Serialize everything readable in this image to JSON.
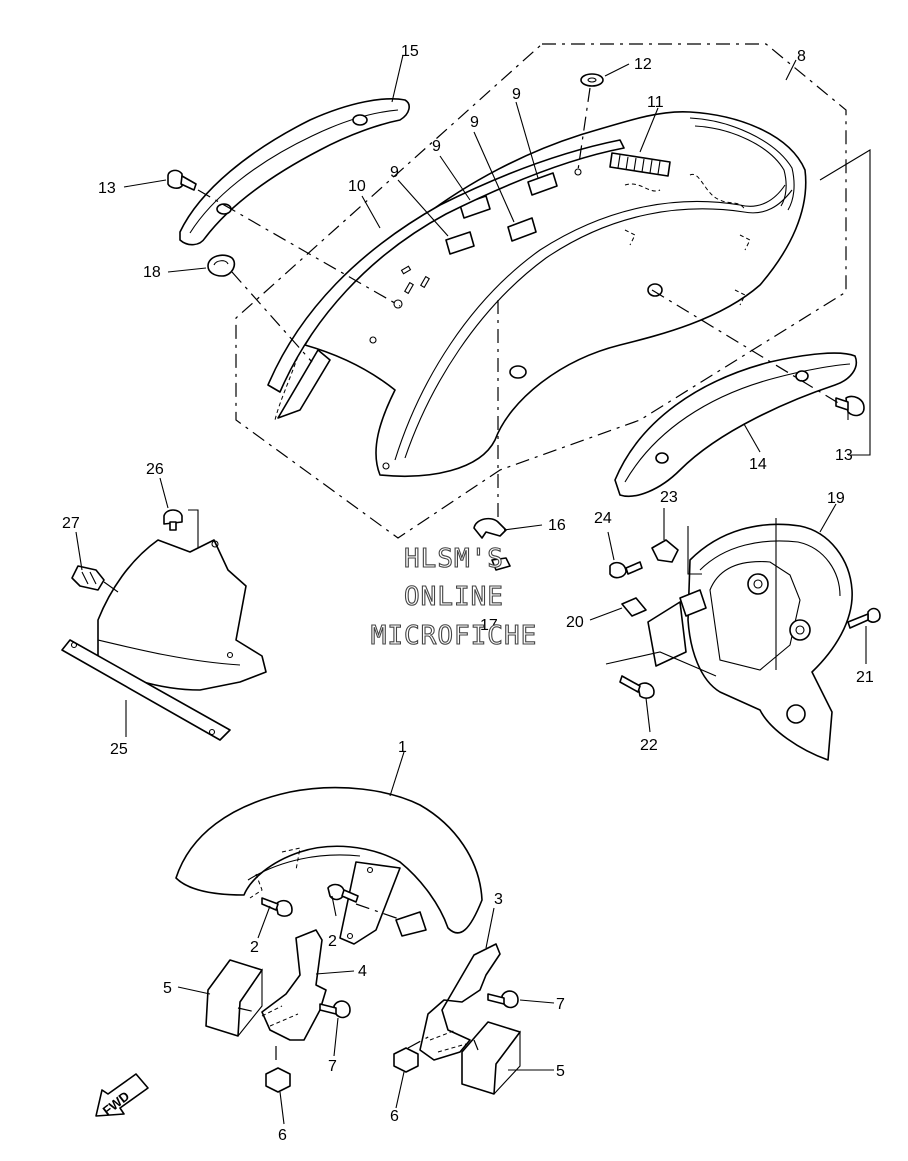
{
  "watermark": {
    "line1": "HLSM'S",
    "line2": "ONLINE",
    "line3": "MICROFICHE"
  },
  "direction_marker": "FWD",
  "callouts": [
    {
      "id": "c1",
      "number": "1"
    },
    {
      "id": "c2a",
      "number": "2"
    },
    {
      "id": "c2b",
      "number": "2"
    },
    {
      "id": "c3",
      "number": "3"
    },
    {
      "id": "c4",
      "number": "4"
    },
    {
      "id": "c5a",
      "number": "5"
    },
    {
      "id": "c5b",
      "number": "5"
    },
    {
      "id": "c6a",
      "number": "6"
    },
    {
      "id": "c6b",
      "number": "6"
    },
    {
      "id": "c7a",
      "number": "7"
    },
    {
      "id": "c7b",
      "number": "7"
    },
    {
      "id": "c8",
      "number": "8"
    },
    {
      "id": "c9a",
      "number": "9"
    },
    {
      "id": "c9b",
      "number": "9"
    },
    {
      "id": "c9c",
      "number": "9"
    },
    {
      "id": "c9d",
      "number": "9"
    },
    {
      "id": "c10",
      "number": "10"
    },
    {
      "id": "c11",
      "number": "11"
    },
    {
      "id": "c12",
      "number": "12"
    },
    {
      "id": "c13a",
      "number": "13"
    },
    {
      "id": "c13b",
      "number": "13"
    },
    {
      "id": "c14",
      "number": "14"
    },
    {
      "id": "c15",
      "number": "15"
    },
    {
      "id": "c16",
      "number": "16"
    },
    {
      "id": "c17",
      "number": "17"
    },
    {
      "id": "c18",
      "number": "18"
    },
    {
      "id": "c19",
      "number": "19"
    },
    {
      "id": "c20",
      "number": "20"
    },
    {
      "id": "c21",
      "number": "21"
    },
    {
      "id": "c22",
      "number": "22"
    },
    {
      "id": "c23",
      "number": "23"
    },
    {
      "id": "c24",
      "number": "24"
    },
    {
      "id": "c25",
      "number": "25"
    },
    {
      "id": "c26",
      "number": "26"
    },
    {
      "id": "c27",
      "number": "27"
    }
  ]
}
